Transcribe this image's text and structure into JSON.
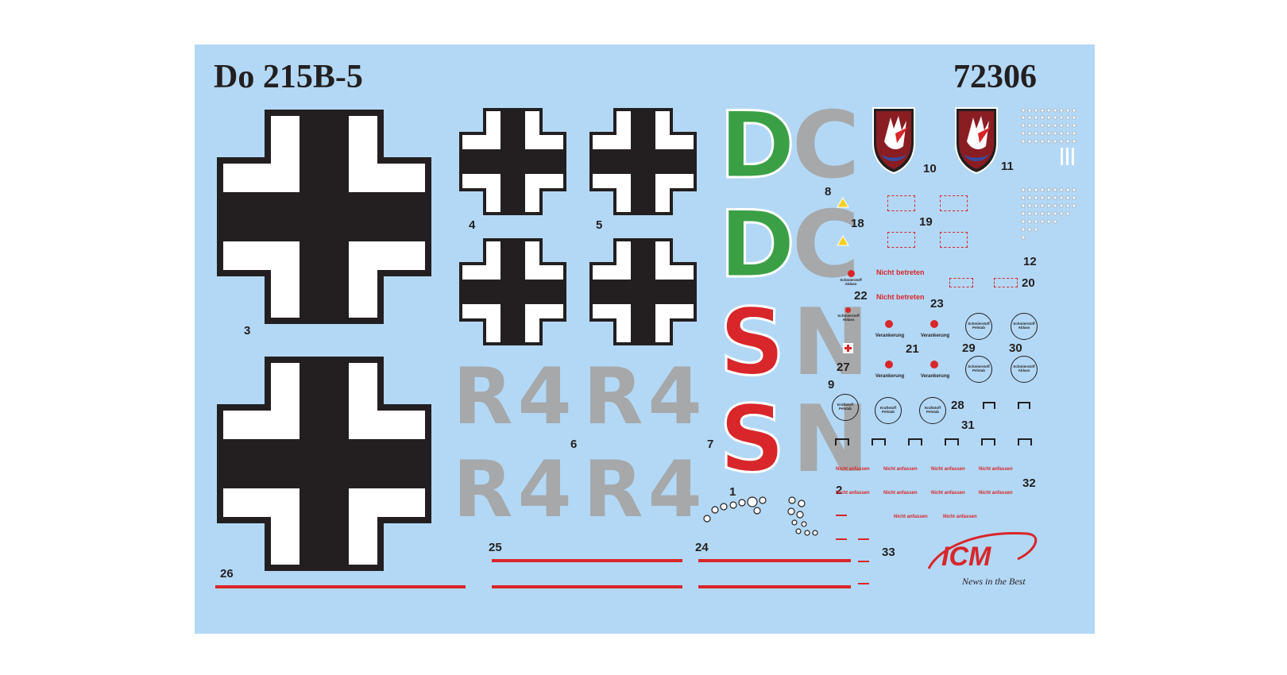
{
  "sheet": {
    "title": "Do 215B-5",
    "kit_number": "72306",
    "background_color": "#b3d8f5",
    "accent_red": "#d8262a",
    "accent_green": "#3ba045",
    "codes_grey": "#a6a8aa"
  },
  "large_crosses": {
    "number": "3"
  },
  "small_crosses": {
    "left_number": "4",
    "right_number": "5"
  },
  "codes_r4": {
    "text": "R4",
    "number": "6"
  },
  "codes_center": {
    "number": "7",
    "letters_number": "9",
    "d": "D",
    "c": "C",
    "s": "S",
    "n": "N"
  },
  "instruments": {
    "number_1": "1",
    "number_2": "2"
  },
  "stripes": {
    "num_25": "25",
    "num_24": "24",
    "num_26": "26"
  },
  "emblems": {
    "num_10": "10",
    "num_11": "11"
  },
  "stencils": {
    "num_8": "8",
    "num_12": "12",
    "num_18": "18",
    "num_19": "19",
    "num_20": "20",
    "num_21": "21",
    "num_22": "22",
    "num_23": "23",
    "num_27": "27",
    "num_28": "28",
    "num_29": "29",
    "num_30": "30",
    "num_31": "31",
    "num_32": "32",
    "num_33": "33",
    "nicht_betreten": "Nicht betreten",
    "verankerung": "Verankerung",
    "nicht_anfassen": "Nicht anfassen",
    "schmierstoff_line1": "Schmierstoff",
    "schmierstoff_line2": "Ablass",
    "schmierstoff_pelstab_line1": "Schmierstoff",
    "schmierstoff_pelstab_line2": "Pelstab",
    "kraftstoff_line1": "Kraftstoff",
    "kraftstoff_line2": "Pelstab"
  },
  "logo": {
    "brand": "ICM",
    "tagline": "News in the Best"
  }
}
